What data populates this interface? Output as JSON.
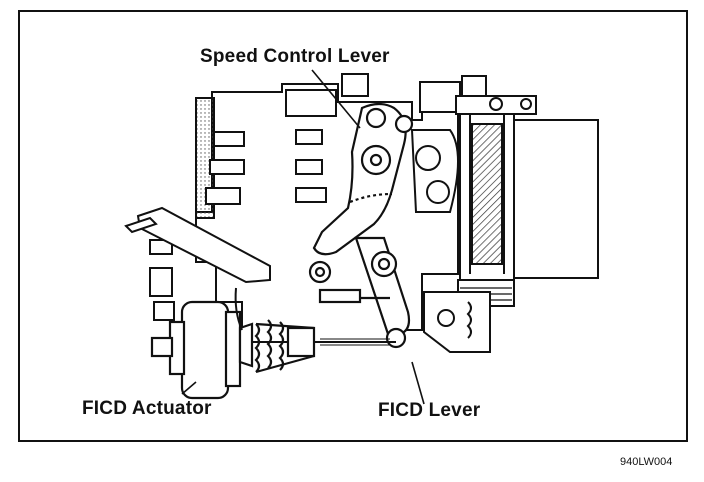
{
  "labels": {
    "speed_control_lever": "Speed Control Lever",
    "ficd_actuator": "FICD Actuator",
    "ficd_lever": "FICD Lever"
  },
  "figure_code": "940LW004",
  "colors": {
    "ink": "#111111",
    "paper": "#ffffff",
    "shade": "#9a9a9a"
  }
}
